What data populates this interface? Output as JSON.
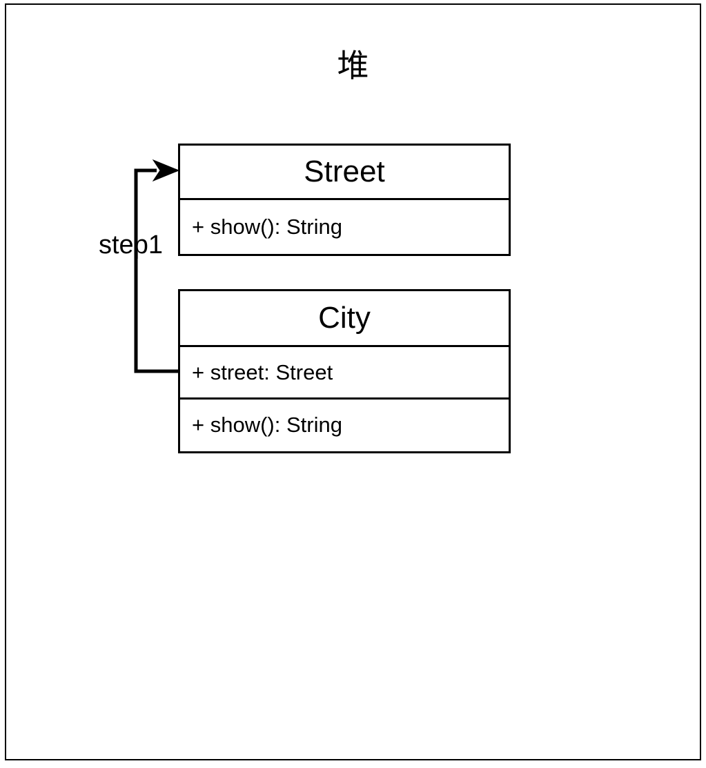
{
  "diagram": {
    "title": "堆",
    "type": "uml-class-diagram",
    "background_color": "#ffffff",
    "line_color": "#000000",
    "frame": {
      "border_color": "#000000"
    },
    "classes": [
      {
        "id": "street",
        "name": "Street",
        "attributes": [],
        "operations": [
          "+ show(): String"
        ],
        "compartments": [
          "Street",
          "+ show(): String"
        ]
      },
      {
        "id": "city",
        "name": "City",
        "attributes": [
          "+ street: Street"
        ],
        "operations": [
          "+ show(): String"
        ],
        "compartments": [
          "City",
          "+ street: Street",
          "+ show(): String"
        ]
      }
    ],
    "connectors": [
      {
        "id": "step1",
        "label": "step1",
        "from": "city",
        "to": "street",
        "arrow": "open-filled-triangle",
        "style": "orthogonal"
      }
    ]
  }
}
